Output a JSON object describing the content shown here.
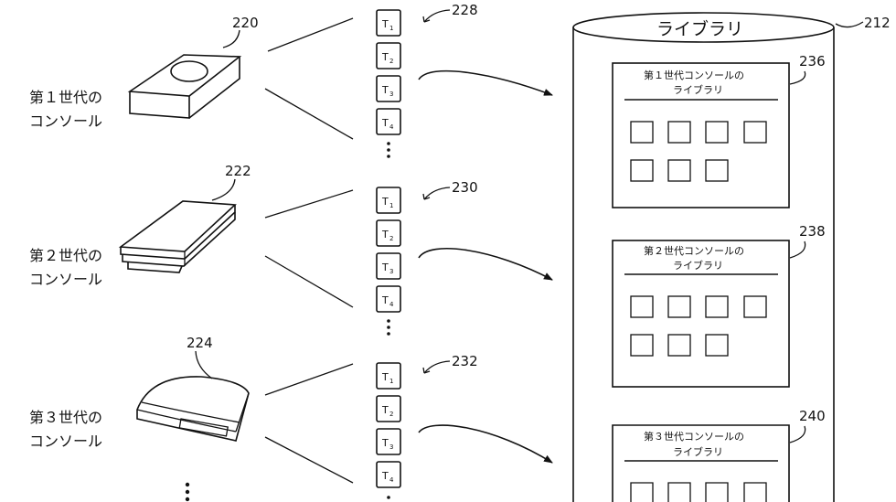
{
  "consoles": [
    {
      "ref": "220",
      "line1": "第１世代の",
      "line2": "コンソール"
    },
    {
      "ref": "222",
      "line1": "第２世代の",
      "line2": "コンソール"
    },
    {
      "ref": "224",
      "line1": "第３世代の",
      "line2": "コンソール"
    }
  ],
  "title_groups": [
    {
      "ref": "228",
      "titles": [
        "T",
        "T",
        "T",
        "T"
      ],
      "subs": [
        "1",
        "2",
        "3",
        "4"
      ]
    },
    {
      "ref": "230",
      "titles": [
        "T",
        "T",
        "T",
        "T"
      ],
      "subs": [
        "1",
        "2",
        "3",
        "4"
      ]
    },
    {
      "ref": "232",
      "titles": [
        "T",
        "T",
        "T",
        "T"
      ],
      "subs": [
        "1",
        "2",
        "3",
        "4"
      ]
    }
  ],
  "library": {
    "ref": "212",
    "label": "ライブラリ",
    "sublibraries": [
      {
        "ref": "236",
        "line1": "第１世代コンソールの",
        "line2": "ライブラリ"
      },
      {
        "ref": "238",
        "line1": "第２世代コンソールの",
        "line2": "ライブラリ"
      },
      {
        "ref": "240",
        "line1": "第３世代コンソールの",
        "line2": "ライブラリ"
      }
    ]
  }
}
